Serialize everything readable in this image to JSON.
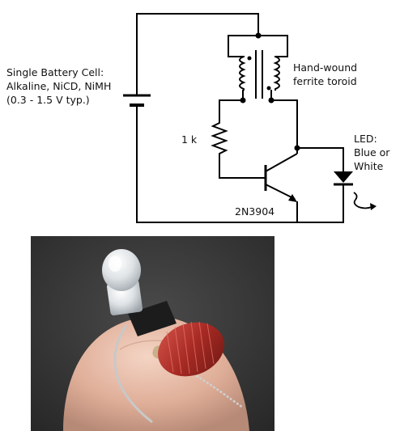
{
  "schematic": {
    "battery_label": [
      "Single Battery Cell:",
      "Alkaline, NiCD, NiMH",
      "(0.3 - 1.5 V typ.)"
    ],
    "toroid_label": [
      "Hand-wound",
      "ferrite toroid"
    ],
    "resistor_label": "1 k",
    "transistor_label": "2N3904",
    "led_label": [
      "LED:",
      "Blue or",
      "White"
    ]
  },
  "photo": {
    "description_icon": "finger-holding-joule-thief-photo"
  },
  "colors": {
    "wire": "#000000",
    "photo_background": "#3a3a3a",
    "copper_coil": "#b0302a",
    "skin": "#e2b9a6"
  }
}
